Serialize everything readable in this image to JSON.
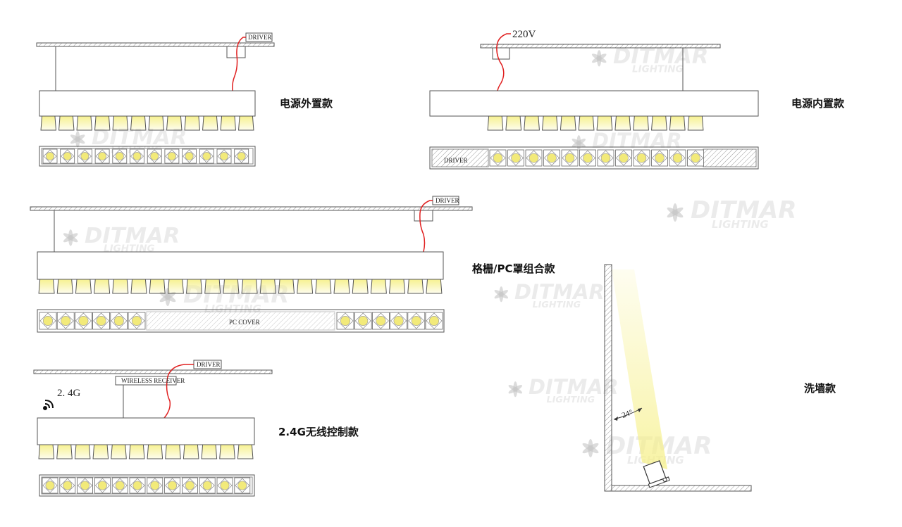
{
  "watermark": {
    "brand": "DITMAR",
    "sub": "LIGHTING"
  },
  "captions": {
    "external_driver": "电源外置款",
    "internal_driver": "电源内置款",
    "grille_pc": "格栅/PC罩组合款",
    "wireless": "2.4G无线控制款",
    "wall_wash": "洗墙款"
  },
  "labels": {
    "driver": "DRIVER",
    "voltage": "220V",
    "pc_cover": "PC COVER",
    "wireless_receiver": "WIRELESS RECEIVER",
    "frequency": "2. 4G",
    "angle": "24°"
  },
  "colors": {
    "line": "#555555",
    "wire": "#e02020",
    "beam": "#f6f08a",
    "led": "#f2ea7a",
    "hatch": "#9a9a9a"
  }
}
